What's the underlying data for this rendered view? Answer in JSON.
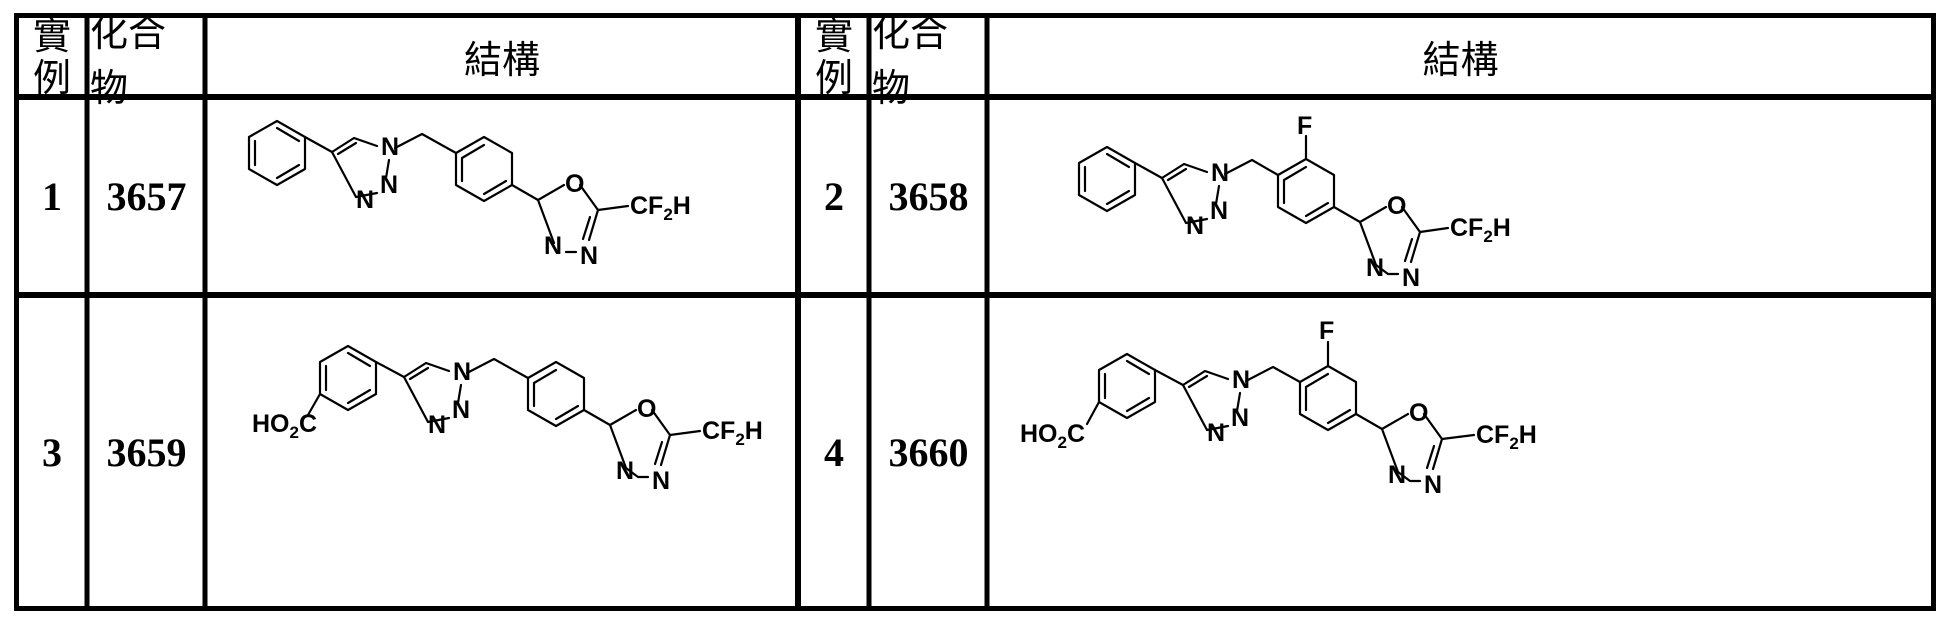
{
  "table": {
    "headers": {
      "example": [
        "實",
        "例"
      ],
      "compound": "化合物",
      "structure": "結構"
    },
    "rows": [
      [
        {
          "example": "1",
          "compound": "3657",
          "structure": {
            "aryl_substituent": "",
            "fluoro": "",
            "atom_labels": [
              "N",
              "N",
              "N",
              "N",
              "N",
              "O"
            ],
            "cf2h": {
              "c": "CF",
              "sub": "2",
              "h": "H"
            }
          }
        },
        {
          "example": "2",
          "compound": "3658",
          "structure": {
            "aryl_substituent": "",
            "fluoro": "F",
            "atom_labels": [
              "N",
              "N",
              "N",
              "N",
              "N",
              "O"
            ],
            "cf2h": {
              "c": "CF",
              "sub": "2",
              "h": "H"
            }
          }
        }
      ],
      [
        {
          "example": "3",
          "compound": "3659",
          "structure": {
            "aryl_substituent": {
              "ho": "HO",
              "sub": "2",
              "c": "C"
            },
            "fluoro": "",
            "atom_labels": [
              "N",
              "N",
              "N",
              "N",
              "N",
              "O"
            ],
            "cf2h": {
              "c": "CF",
              "sub": "2",
              "h": "H"
            }
          }
        },
        {
          "example": "4",
          "compound": "3660",
          "structure": {
            "aryl_substituent": {
              "ho": "HO",
              "sub": "2",
              "c": "C"
            },
            "fluoro": "F",
            "atom_labels": [
              "N",
              "N",
              "N",
              "N",
              "N",
              "O"
            ],
            "cf2h": {
              "c": "CF",
              "sub": "2",
              "h": "H"
            }
          }
        }
      ]
    ]
  }
}
